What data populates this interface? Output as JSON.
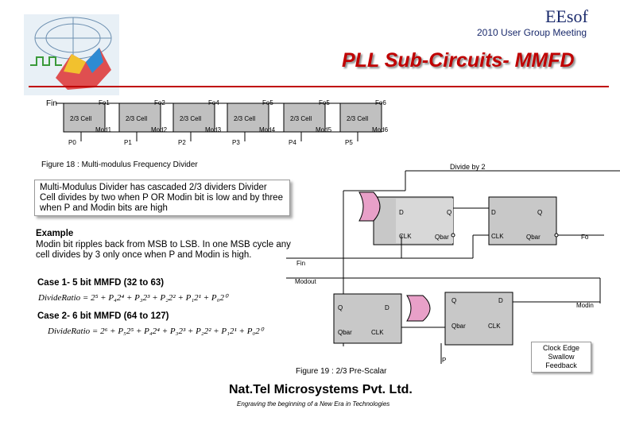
{
  "header": {
    "brand": "EEsof",
    "meeting": "2010 User Group Meeting",
    "title": "PLL Sub-Circuits- MMFD"
  },
  "mmfd": {
    "input": "Fin",
    "outputs": [
      "Fo1",
      "Fo2",
      "Fo4",
      "Fo5",
      "Fo5",
      "Fo6"
    ],
    "cell_label": "2/3 Cell",
    "mods": [
      "Mod1",
      "Mod2",
      "Mod3",
      "Mod4",
      "Mod5",
      "Mod6"
    ],
    "p_labels": [
      "P0",
      "P1",
      "P2",
      "P3",
      "P4",
      "P5"
    ],
    "caption": "Figure 18 : Multi-modulus Frequency Divider"
  },
  "description": {
    "box": "Multi-Modulus Divider has cascaded 2/3 dividers Divider Cell divides by two when P OR Modin bit is low and by three when P and Modin bits are high",
    "example_heading": "Example",
    "example_text": "Modin bit ripples back from MSB to LSB. In one MSB cycle any cell divides by 3 only once when P and Modin is high.",
    "case1_heading": "Case 1- 5 bit MMFD (32 to 63)",
    "case1_formula": "DivideRatio = 2⁵ + P₄2⁴ + P₃2³ + P₂2² + P₁2¹ + P₀2⁰",
    "case2_heading": "Case 2- 6 bit MMFD (64 to 127)",
    "case2_formula": "DivideRatio = 2⁶ + P₅2⁵ + P₄2⁴ + P₃2³ + P₂2² + P₁2¹ + P₀2⁰"
  },
  "prescaler": {
    "divide_by": "Divide by 2",
    "ff_d": "D",
    "ff_q": "Q",
    "ff_clk": "CLK",
    "ff_qbar": "Qbar",
    "fo": "Fo",
    "fin": "Fin",
    "modout": "Modout",
    "modin": "Modin",
    "p": "P",
    "caption": "Figure 19 : 2/3 Pre-Scalar",
    "note_lines": [
      "Clock Edge",
      "Swallow",
      "Feedback"
    ]
  },
  "footer": {
    "company": "Nat.Tel Microsystems Pvt. Ltd.",
    "tagline": "Engraving the beginning of a New Era in Technologies"
  }
}
